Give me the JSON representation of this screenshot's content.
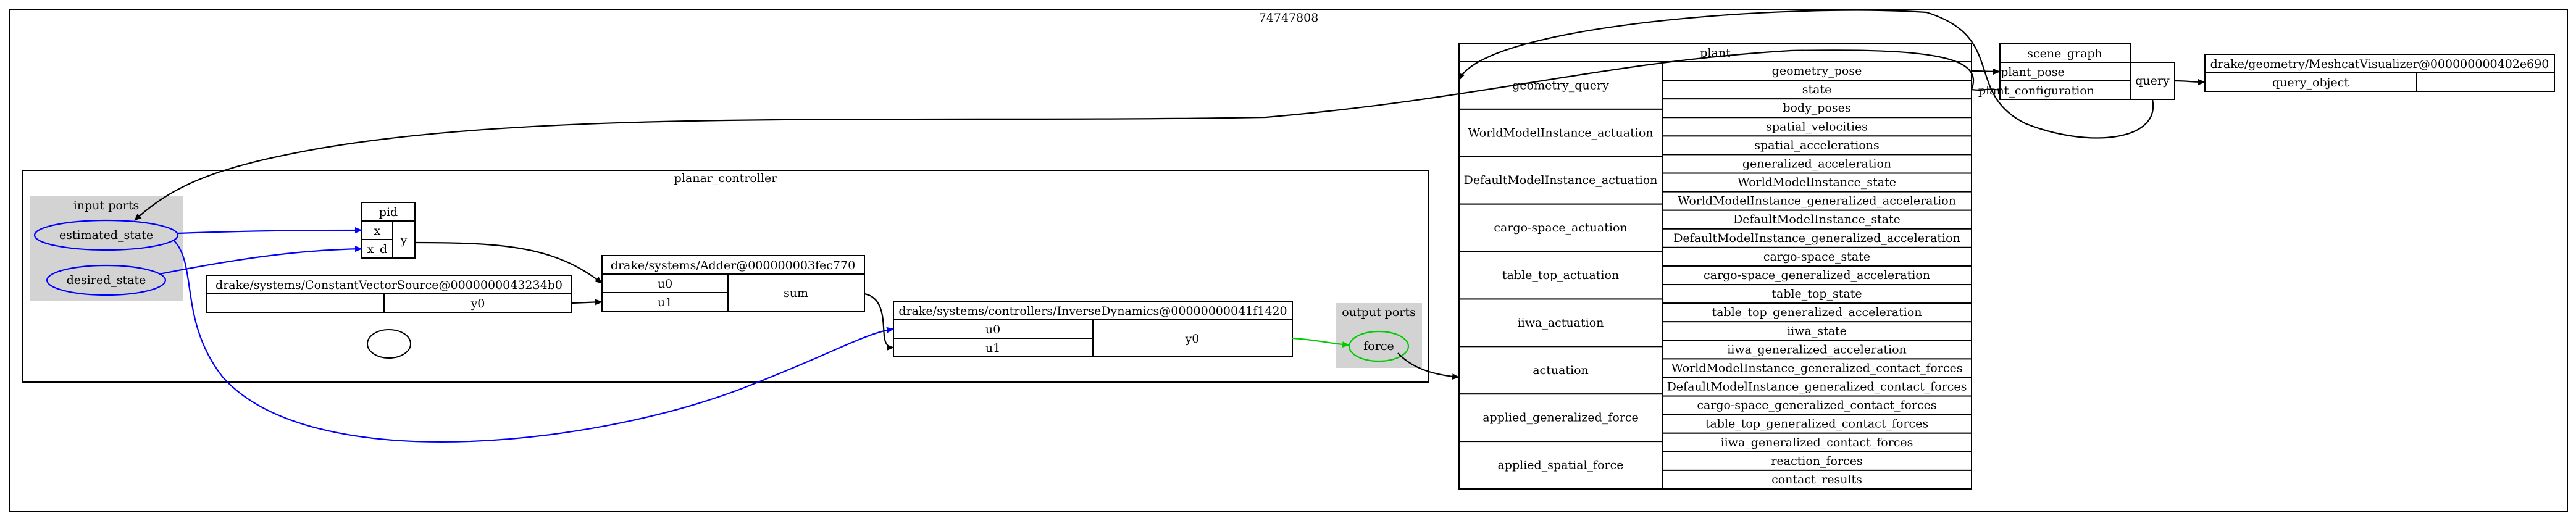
{
  "title": "74747808",
  "plant": {
    "label": "plant",
    "inputs": [
      "geometry_query",
      "WorldModelInstance_actuation",
      "DefaultModelInstance_actuation",
      "cargo-space_actuation",
      "table_top_actuation",
      "iiwa_actuation",
      "actuation",
      "applied_generalized_force",
      "applied_spatial_force"
    ],
    "outputs": [
      "geometry_pose",
      "state",
      "body_poses",
      "spatial_velocities",
      "spatial_accelerations",
      "generalized_acceleration",
      "WorldModelInstance_state",
      "WorldModelInstance_generalized_acceleration",
      "DefaultModelInstance_state",
      "DefaultModelInstance_generalized_acceleration",
      "cargo-space_state",
      "cargo-space_generalized_acceleration",
      "table_top_state",
      "table_top_generalized_acceleration",
      "iiwa_state",
      "iiwa_generalized_acceleration",
      "WorldModelInstance_generalized_contact_forces",
      "DefaultModelInstance_generalized_contact_forces",
      "cargo-space_generalized_contact_forces",
      "table_top_generalized_contact_forces",
      "iiwa_generalized_contact_forces",
      "reaction_forces",
      "contact_results"
    ]
  },
  "scene_graph": {
    "label": "scene_graph",
    "inputs": [
      "plant_pose",
      "plant_configuration"
    ],
    "output": "query"
  },
  "meshcat": {
    "label": "drake/geometry/MeshcatVisualizer@000000000402e690",
    "input": "query_object"
  },
  "controller": {
    "label": "planar_controller",
    "input_ports_label": "input ports",
    "input_ports": [
      "estimated_state",
      "desired_state"
    ],
    "output_ports_label": "output ports",
    "output_ports": [
      "force"
    ],
    "pid": {
      "label": "pid",
      "inputs": [
        "x",
        "x_d"
      ],
      "output": "y"
    },
    "constant_source": {
      "label": "drake/systems/ConstantVectorSource@0000000043234b0",
      "output": "y0"
    },
    "adder": {
      "label": "drake/systems/Adder@000000003fec770",
      "inputs": [
        "u0",
        "u1"
      ],
      "output": "sum"
    },
    "inverse_dynamics": {
      "label": "drake/systems/controllers/InverseDynamics@00000000041f1420",
      "inputs": [
        "u0",
        "u1"
      ],
      "output": "y0"
    }
  },
  "edge_colors": {
    "default": "#000000",
    "input": "#0000ff",
    "output": "#00cc00"
  }
}
